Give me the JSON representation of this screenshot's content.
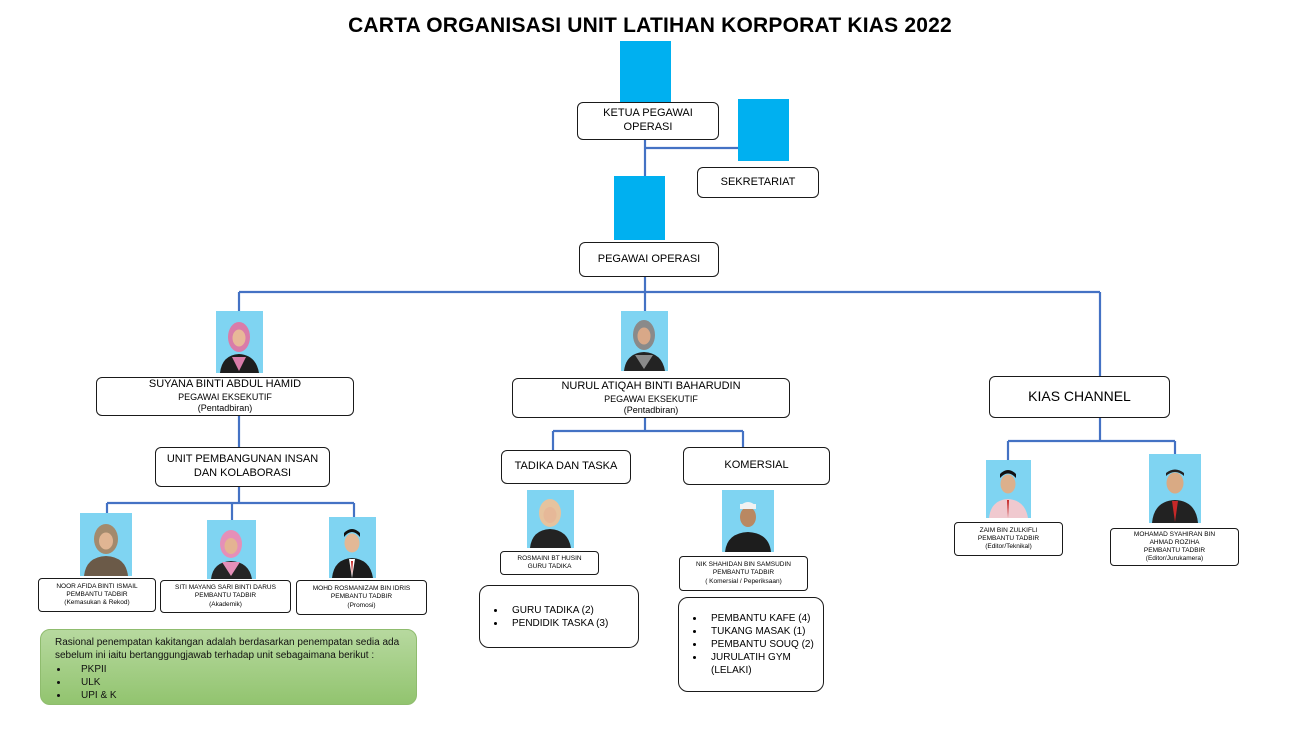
{
  "title": "CARTA ORGANISASI UNIT LATIHAN KORPORAT KIAS 2022",
  "colors": {
    "connector": "#4472c4",
    "photo_placeholder": "#00b0f0",
    "note_fill": "#a9d18e"
  },
  "ketua": {
    "line1": "KETUA PEGAWAI",
    "line2": "OPERASI"
  },
  "sekretariat": {
    "label": "SEKRETARIAT"
  },
  "pegawai_operasi": {
    "label": "PEGAWAI OPERASI"
  },
  "suyana": {
    "name": "SUYANA BINTI ABDUL HAMID",
    "role": "PEGAWAI EKSEKUTIF",
    "unit": "(Pentadbiran)"
  },
  "nurul": {
    "name": "NURUL ATIQAH BINTI BAHARUDIN",
    "role": "PEGAWAI EKSEKUTIF",
    "unit": "(Pentadbiran)"
  },
  "kias_channel": {
    "label": "KIAS CHANNEL"
  },
  "unit_pembangunan": {
    "line1": "UNIT PEMBANGUNAN INSAN",
    "line2": "DAN KOLABORASI"
  },
  "tadika": {
    "label": "TADIKA DAN TASKA"
  },
  "komersial": {
    "label": "KOMERSIAL"
  },
  "noor": {
    "name": "NOOR AFIDA BINTI ISMAIL",
    "role": "PEMBANTU TADBIR",
    "unit": "(Kemasukan & Rekod)"
  },
  "siti": {
    "name": "SITI MAYANG SARI BINTI DARUS",
    "role": "PEMBANTU TADBIR",
    "unit": "(Akademik)"
  },
  "mohd": {
    "name": "MOHD ROSMANIZAM BIN IDRIS",
    "role": "PEMBANTU TADBIR",
    "unit": "(Promosi)"
  },
  "rosmaini": {
    "name": "ROSMAINI BT HUSIN",
    "role": "GURU TADIKA"
  },
  "nik": {
    "name": "NIK SHAHIDAN BIN SAMSUDIN",
    "role": "PEMBANTU TADBIR",
    "unit": "( Komersial / Peperiksaan)"
  },
  "zaim": {
    "name": "ZAIM BIN ZULKIFLI",
    "role": "PEMBANTU TADBIR",
    "unit": "(Editor/Teknikal)"
  },
  "syahiran": {
    "name1": "MOHAMAD SYAHIRAN BIN",
    "name2": "AHMAD ROZIHA",
    "role": "PEMBANTU TADBIR",
    "unit": "(Editor/Jurukamera)"
  },
  "tadika_list": [
    "GURU TADIKA (2)",
    "PENDIDIK TASKA (3)"
  ],
  "komersial_list": [
    "PEMBANTU KAFE (4)",
    "TUKANG MASAK (1)",
    "PEMBANTU SOUQ (2)",
    "JURULATIH GYM (LELAKI)"
  ],
  "note": {
    "text": "Rasional penempatan kakitangan adalah berdasarkan penempatan sedia ada sebelum ini iaitu bertanggungjawab terhadap unit sebagaimana berikut :",
    "items": [
      "PKPII",
      "ULK",
      "UPI & K"
    ]
  }
}
